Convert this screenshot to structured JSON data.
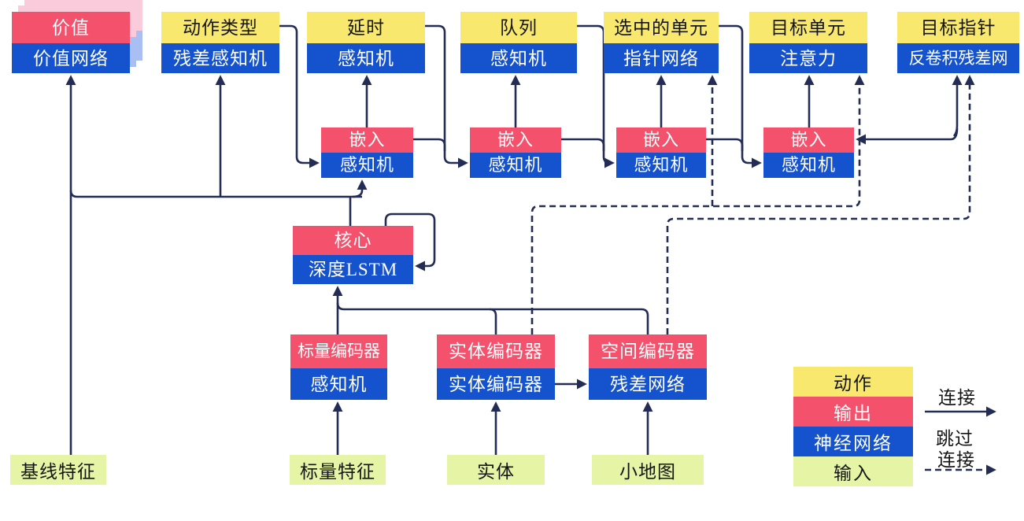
{
  "diagram_title": "AlphaStar agent architecture (Chinese)",
  "colors": {
    "action_yellow": "#F8E96E",
    "output_red": "#F4516C",
    "network_blue": "#1452CE",
    "input_green": "#E5F4A5",
    "wire_navy": "#232C55",
    "value_shadow_pink": "#FACBDB",
    "value_shadow_blue": "#A9BEF2"
  },
  "nodes": {
    "value": {
      "top": "价值",
      "bottom": "价值网络"
    },
    "action_type": {
      "top": "动作类型",
      "bottom": "残差感知机"
    },
    "delay": {
      "top": "延时",
      "bottom": "感知机"
    },
    "queue": {
      "top": "队列",
      "bottom": "感知机"
    },
    "selected_units": {
      "top": "选中的单元",
      "bottom": "指针网络"
    },
    "target_unit": {
      "top": "目标单元",
      "bottom": "注意力"
    },
    "target_point": {
      "top": "目标指针",
      "bottom": "反卷积残差网"
    },
    "embed1": {
      "top": "嵌入",
      "bottom": "感知机"
    },
    "embed2": {
      "top": "嵌入",
      "bottom": "感知机"
    },
    "embed3": {
      "top": "嵌入",
      "bottom": "感知机"
    },
    "embed4": {
      "top": "嵌入",
      "bottom": "感知机"
    },
    "core": {
      "top": "核心",
      "bottom": "深度LSTM"
    },
    "scalar_encoder": {
      "top": "标量编码器",
      "bottom": "感知机"
    },
    "entity_encoder": {
      "top": "实体编码器",
      "bottom": "实体编码器"
    },
    "spatial_encoder": {
      "top": "空间编码器",
      "bottom": "残差网络"
    },
    "baseline_features": {
      "label": "基线特征"
    },
    "scalar_features": {
      "label": "标量特征"
    },
    "entities": {
      "label": "实体"
    },
    "minimap": {
      "label": "小地图"
    }
  },
  "legend": {
    "action": "动作",
    "output": "输出",
    "network": "神经网络",
    "input": "输入",
    "connection": "连接",
    "skip_line1": "跳过",
    "skip_line2": "连接"
  }
}
